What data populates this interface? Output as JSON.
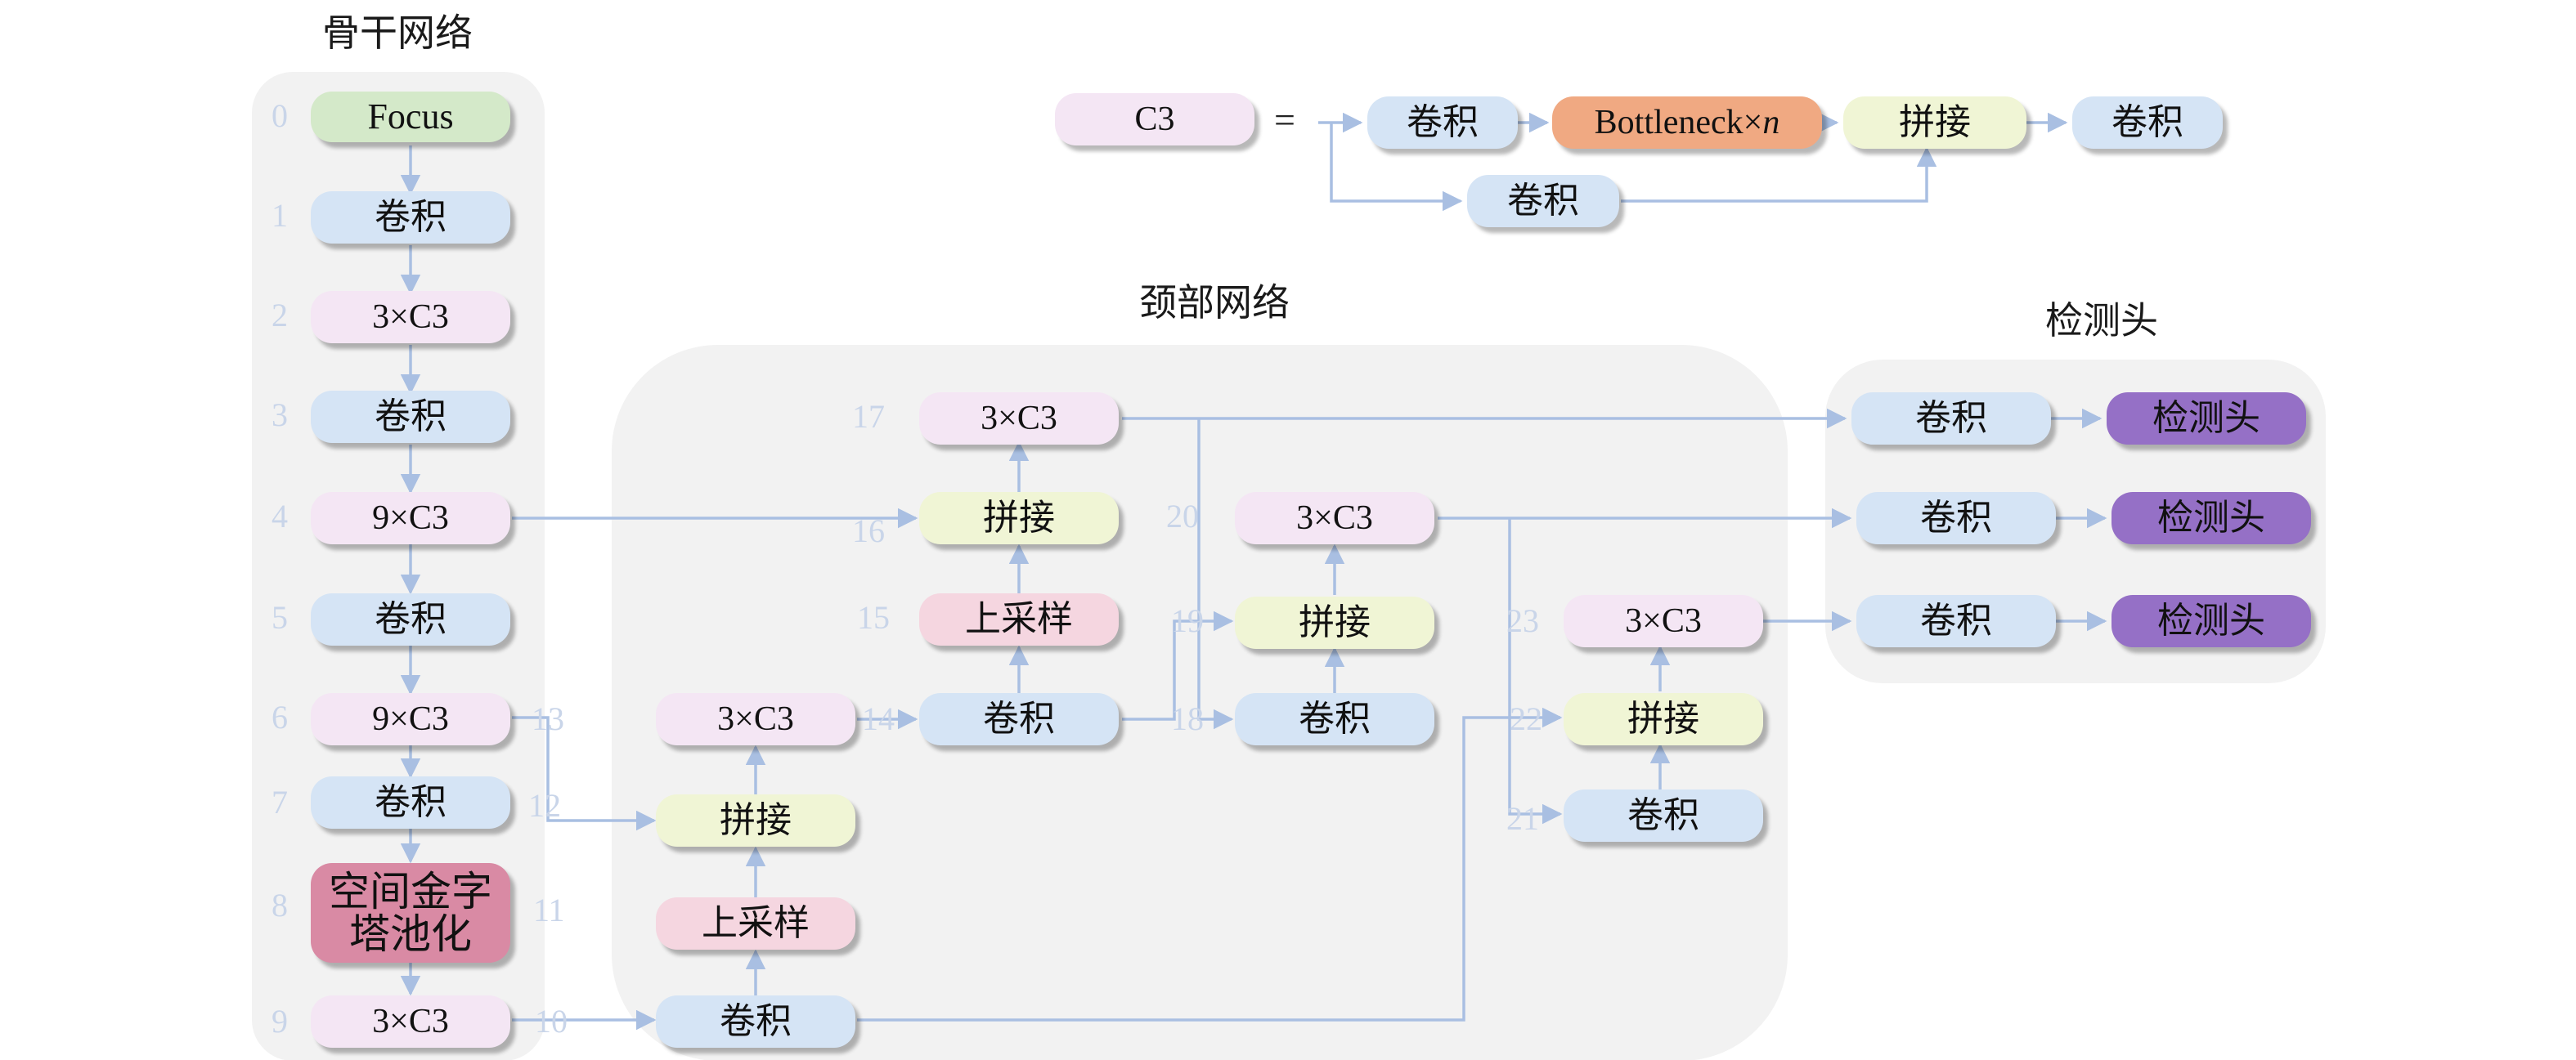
{
  "colors": {
    "conv": "#d5e4f5",
    "c3": "#f4e6f4",
    "concat": "#f0f5d5",
    "upsample": "#f5d6e0",
    "focus": "#d4e9c9",
    "spp": "#d98aa4",
    "bottleneck": "#f0a982",
    "detect": "#9570c6",
    "panel": "#f2f2f2",
    "edge": "#a9bfe2",
    "index": "#c9d5e9"
  },
  "titles": {
    "backbone": "骨干网络",
    "neck": "颈部网络",
    "head": "检测头"
  },
  "legend": {
    "c3": "C3",
    "equals": "=",
    "conv1": "卷积",
    "bottleneck_text": "Bottleneck×",
    "bottleneck_n": "n",
    "concat": "拼接",
    "conv2": "卷积",
    "conv3": "卷积"
  },
  "backbone": [
    {
      "idx": "0",
      "label": "Focus"
    },
    {
      "idx": "1",
      "label": "卷积"
    },
    {
      "idx": "2",
      "label": "3×C3"
    },
    {
      "idx": "3",
      "label": "卷积"
    },
    {
      "idx": "4",
      "label": "9×C3"
    },
    {
      "idx": "5",
      "label": "卷积"
    },
    {
      "idx": "6",
      "label": "9×C3"
    },
    {
      "idx": "7",
      "label": "卷积"
    },
    {
      "idx": "8",
      "label_line1": "空间金字",
      "label_line2": "塔池化"
    },
    {
      "idx": "9",
      "label": "3×C3"
    }
  ],
  "neck": {
    "n10": {
      "idx": "10",
      "label": "卷积"
    },
    "n11": {
      "idx": "11",
      "label": "上采样"
    },
    "n12": {
      "idx": "12",
      "label": "拼接"
    },
    "n13": {
      "idx": "13",
      "label": "3×C3"
    },
    "n14": {
      "idx": "14",
      "label": "卷积"
    },
    "n15": {
      "idx": "15",
      "label": "上采样"
    },
    "n16": {
      "idx": "16",
      "label": "拼接"
    },
    "n17": {
      "idx": "17",
      "label": "3×C3"
    },
    "n18": {
      "idx": "18",
      "label": "卷积"
    },
    "n19": {
      "idx": "19",
      "label": "拼接"
    },
    "n20": {
      "idx": "20",
      "label": "3×C3"
    },
    "n21": {
      "idx": "21",
      "label": "卷积"
    },
    "n22": {
      "idx": "22",
      "label": "拼接"
    },
    "n23": {
      "idx": "23",
      "label": "3×C3"
    }
  },
  "head": [
    {
      "conv": "卷积",
      "detect": "检测头"
    },
    {
      "conv": "卷积",
      "detect": "检测头"
    },
    {
      "conv": "卷积",
      "detect": "检测头"
    }
  ]
}
